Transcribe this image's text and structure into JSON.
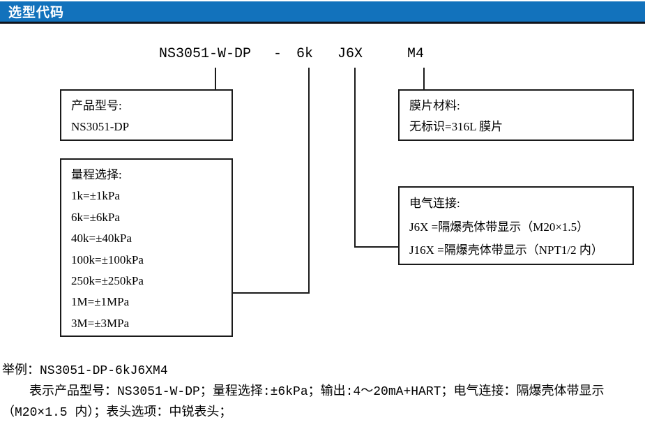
{
  "header": {
    "title": "选型代码",
    "bg_color": "#1272BC",
    "text_color": "#ffffff"
  },
  "code_line": {
    "model": "NS3051-W-DP",
    "dash": "-",
    "range": "6k",
    "electrical": "J6X",
    "display": "M4"
  },
  "boxes": {
    "product_model": {
      "title": "产品型号:",
      "lines": [
        "NS3051-DP"
      ]
    },
    "range_selection": {
      "title": "量程选择:",
      "lines": [
        "1k=±1kPa",
        "6k=±6kPa",
        "40k=±40kPa",
        "100k=±100kPa",
        "250k=±250kPa",
        "1M=±1MPa",
        "3M=±3MPa"
      ]
    },
    "diaphragm_material": {
      "title": "膜片材料:",
      "lines": [
        "无标识=316L 膜片"
      ]
    },
    "electrical_connection": {
      "title": "电气连接:",
      "lines": [
        "J6X =隔爆壳体带显示（M20×1.5）",
        "J16X =隔爆壳体带显示（NPT1/2 内）"
      ]
    }
  },
  "example": {
    "line1": "举例：NS3051-DP-6kJ6XM4",
    "line2": "表示产品型号：NS3051-W-DP；量程选择:±6kPa；输出:4～20mA+HART；电气连接：隔爆壳体带显示",
    "line3": "（M20×1.5 内）；表头选项：中锐表头；"
  }
}
